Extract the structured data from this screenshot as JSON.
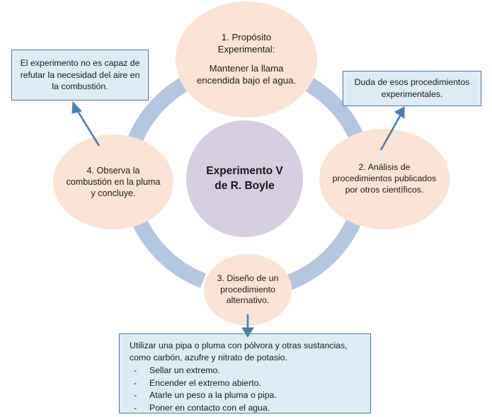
{
  "center": {
    "label": "Experimento V\nde R. Boyle",
    "line1": "Experimento V",
    "line2": "de R. Boyle",
    "fill": "#d5cee0"
  },
  "cycle": {
    "ring_color": "#b4c7e0",
    "node_fill": "#fbe4d5",
    "nodes": [
      {
        "id": "node-1",
        "title": "1. Propósito\nExperimental:",
        "title_line1": "1. Propósito",
        "title_line2": "Experimental:",
        "body": "Mantener la llama encendida bajo el agua."
      },
      {
        "id": "node-2",
        "text": "2. Análisis de procedimientos publicados por otros científicos."
      },
      {
        "id": "node-3",
        "text": "3. Diseño de un procedimiento alternativo."
      },
      {
        "id": "node-4",
        "text": "4. Observa la combustión en la pluma y concluye."
      }
    ]
  },
  "callouts": {
    "border_color": "#4876a8",
    "fill": "#ddecf5",
    "left": {
      "text": "El experimento no es capaz de refutar la necesidad del aire en la combustión."
    },
    "right": {
      "text": "Duda de esos procedimientos experimentales."
    },
    "bottom": {
      "intro": "Utilizar una pipa o pluma con pólvora y otras sustancias, como carbón, azufre y nitrato de potasio.",
      "bullet_marker": "-",
      "items": [
        "Sellar un extremo.",
        "Encender el extremo abierto.",
        "Atarle un peso a la pluma o pipa.",
        "Poner en contacto con el agua."
      ]
    }
  },
  "arrows": {
    "color": "#4a7fb5",
    "left_label": "arrow-to-left-callout",
    "right_label": "arrow-to-right-callout",
    "down_label": "arrow-to-bottom-callout"
  }
}
